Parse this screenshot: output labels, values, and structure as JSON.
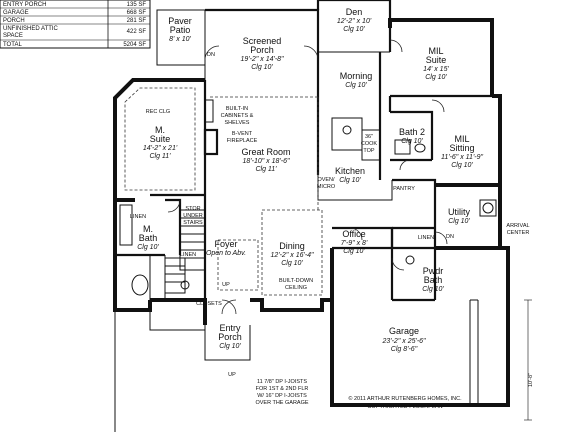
{
  "area_table": [
    {
      "label": "ENTRY PORCH",
      "value": "135 SF"
    },
    {
      "label": "GARAGE",
      "value": "668 SF"
    },
    {
      "label": "PORCH",
      "value": "281 SF"
    },
    {
      "label": "UNFINISHED ATTIC",
      "value": "422 SF"
    },
    {
      "label": "SPACE",
      "value": ""
    },
    {
      "label": "TOTAL",
      "value": "5204 SF"
    }
  ],
  "rooms": {
    "paver_patio": {
      "name1": "Paver",
      "name2": "Patio",
      "dim": "8' x 10'"
    },
    "screened_porch": {
      "name1": "Screened",
      "name2": "Porch",
      "dim": "19'-2\" x 14'-8\"",
      "clg": "Clg 10'"
    },
    "den": {
      "name1": "Den",
      "dim": "12'-2\" x 10'",
      "clg": "Clg 10'"
    },
    "mil_suite": {
      "name1": "MIL",
      "name2": "Suite",
      "dim": "14' x 15'",
      "clg": "Clg 10'"
    },
    "morning": {
      "name1": "Morning",
      "clg": "Clg 10'"
    },
    "m_suite": {
      "name1": "M.",
      "name2": "Suite",
      "dim": "14'-2\" x 21'",
      "clg": "Clg 11'"
    },
    "great_room": {
      "name1": "Great Room",
      "dim": "18'-10\" x 18'-6\"",
      "clg": "Clg 11'"
    },
    "bath2": {
      "name1": "Bath 2",
      "clg": "Clg 10'"
    },
    "mil_sitting": {
      "name1": "MIL",
      "name2": "Sitting",
      "dim": "11'-6\" x 11'-9\"",
      "clg": "Clg 10'"
    },
    "kitchen": {
      "name1": "Kitchen",
      "clg": "Clg 10'"
    },
    "utility": {
      "name1": "Utility",
      "clg": "Clg 10'"
    },
    "m_bath": {
      "name1": "M.",
      "name2": "Bath",
      "clg": "Clg 10'"
    },
    "foyer": {
      "name1": "Foyer",
      "dim": "Open to Abv."
    },
    "dining": {
      "name1": "Dining",
      "dim": "12'-2\" x 16'-4\"",
      "clg": "Clg 10'"
    },
    "office": {
      "name1": "Office",
      "dim": "7'-9\" x 8'",
      "clg": "Clg 10'"
    },
    "pwdr_bath": {
      "name1": "Pwdr",
      "name2": "Bath",
      "clg": "Clg 10'"
    },
    "garage": {
      "name1": "Garage",
      "dim": "23'-2\" x 25'-6\"",
      "clg": "Clg 8'-6\""
    },
    "entry_porch": {
      "name1": "Entry",
      "name2": "Porch",
      "clg": "Clg 10'"
    }
  },
  "notes": {
    "dn_patio": "DN",
    "rec_clg": "REC CLG",
    "built_in_1": "BUILT-IN",
    "built_in_2": "CABINETS &",
    "built_in_3": "SHELVES",
    "bvent_1": "B-VENT",
    "bvent_2": "FIREPLACE",
    "cooktop_1": "36\"",
    "cooktop_2": "COOK",
    "cooktop_3": "TOP",
    "oven_1": "OVEN/",
    "oven_2": "MICRO",
    "pantry": "PANTRY",
    "linen_mbath": "LINEN",
    "store_1": "STOR",
    "store_2": "UNDER",
    "store_3": "STAIRS",
    "linen_foyer": "LINEN",
    "built_down_1": "BUILT-DOWN",
    "built_down_2": "CEILING",
    "up": "UP",
    "closets": "CLOSETS",
    "linen_office": "LINEN",
    "dn_util": "DN",
    "arrival_1": "ARRIVAL",
    "arrival_2": "CENTER",
    "up_porch": "UP",
    "joist_1": "11 7/8\" DP I-JOISTS",
    "joist_2": "FOR 1ST & 2ND FLR",
    "joist_3": "W/ 16\" DP I-JOISTS",
    "joist_4": "OVER THE GARAGE",
    "copyright_1": "© 2011 ARTHUR RUTENBERG HOMES, INC.",
    "copyright_2": "COPYRIGHTED FLOORPLAN",
    "side_dim": "10'-8\""
  },
  "colors": {
    "ink": "#111111",
    "paper": "#ffffff"
  }
}
